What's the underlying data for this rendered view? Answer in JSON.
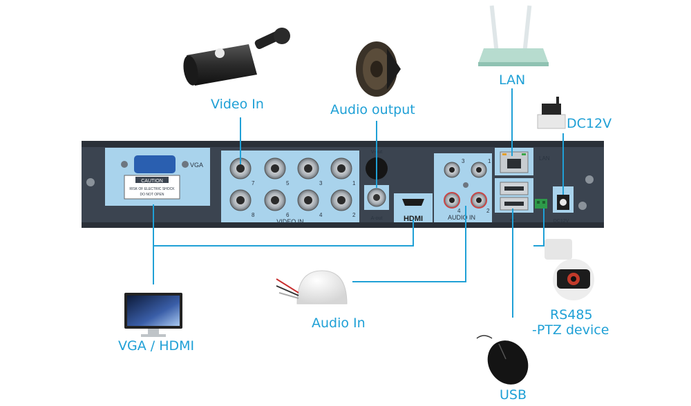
{
  "labels": {
    "video_in": "Video In",
    "audio_output": "Audio output",
    "lan": "LAN",
    "dc12v": "DC12V",
    "vga_hdmi": "VGA / HDMI",
    "audio_in": "Audio In",
    "usb": "USB",
    "rs485_line1": "RS485",
    "rs485_line2": "-PTZ device"
  },
  "panel": {
    "vga": "VGA",
    "caution": "CAUTION",
    "caution_line1": "RISK OF ELECTRIC SHOCK",
    "caution_line2": "DO NOT OPEN",
    "video_in": "VIDEO IN",
    "v_out": "V-out",
    "a_out": "A-out",
    "hdmi": "HDMI",
    "audio_in": "AUDIO IN",
    "lan": "LAN",
    "dc12v": "DC12V",
    "ch_top": [
      "7",
      "5",
      "3",
      "1"
    ],
    "ch_bottom": [
      "8",
      "6",
      "4",
      "2"
    ],
    "audio_ch": [
      "3",
      "1",
      "4",
      "2"
    ]
  },
  "colors": {
    "accent": "#1fa0d6",
    "panel": "#3b4450",
    "highlight": "#a9d3ec"
  }
}
